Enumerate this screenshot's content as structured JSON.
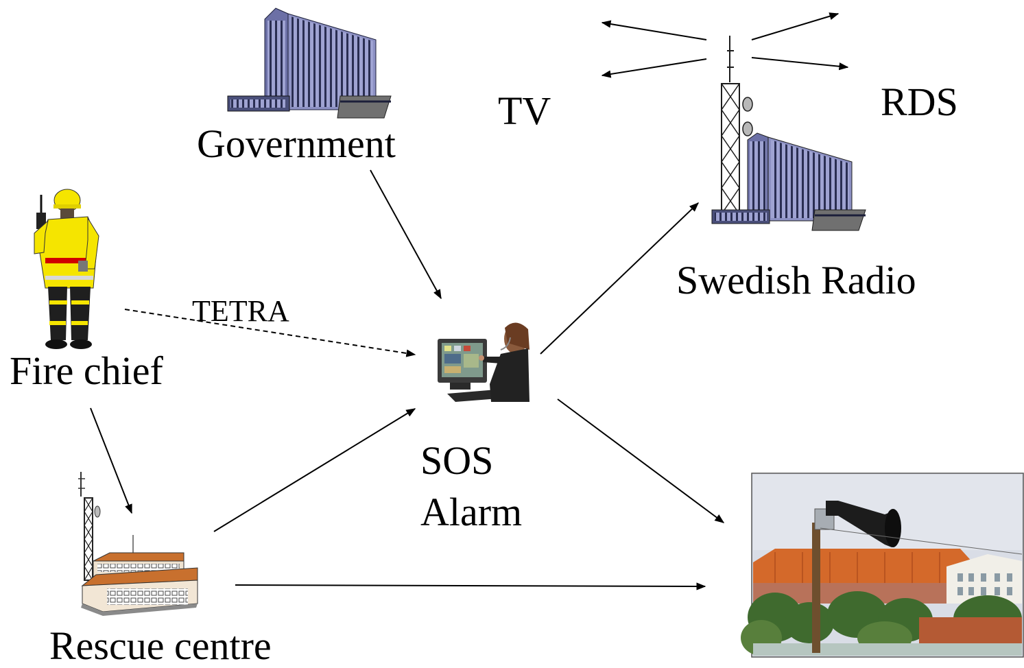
{
  "labels": {
    "government": "Government",
    "tv": "TV",
    "rds": "RDS",
    "swedish_radio": "Swedish Radio",
    "fire_chief": "Fire chief",
    "tetra": "TETRA",
    "sos_line1": "SOS",
    "sos_line2": "Alarm",
    "rescue_centre": "Rescue centre"
  },
  "icons": {
    "government": "office-building-icon",
    "swedish_radio": "radio-tower-building-icon",
    "fire_chief": "firefighter-with-radio-icon",
    "sos_alarm": "operator-at-computer-icon",
    "rescue_centre": "fire-station-with-antenna-icon",
    "siren": "outdoor-siren-photo"
  },
  "colors": {
    "building": "#8f93c8",
    "building_dark": "#2f3458",
    "firefighter_yellow": "#f5e500",
    "firefighter_dark": "#1f1f1f",
    "roof_orange": "#d46a2a",
    "sky": "#d9dde6"
  }
}
